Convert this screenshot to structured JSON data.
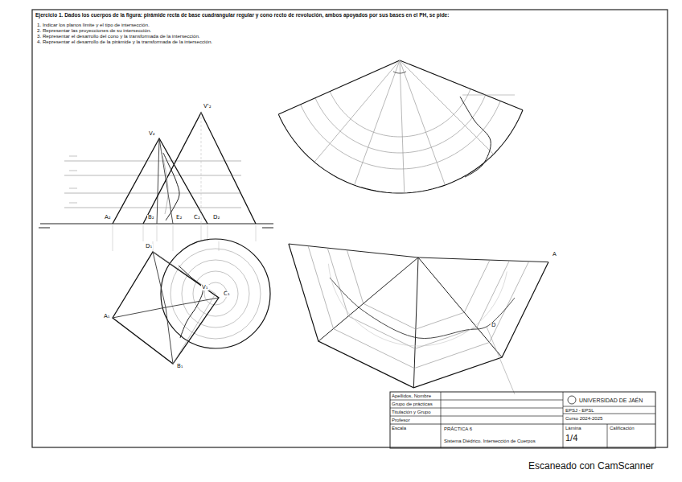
{
  "diagram": {
    "title": "Ejercicio 1. Dados los cuerpos de la figura: pirámide recta de base cuadrangular regular y cono recto de revolución, ambos apoyados por sus bases en el PH, se pide:",
    "labels": [
      "1. Indicar los planos límite y el tipo de intersección.",
      "2. Representar las proyecciones de su intersección.",
      "3. Representar el desarrollo del cono y la transformada de la intersección.",
      "4. Representar el desarrollo de la pirámide y la transformada de la intersección.",
      "V₂",
      "V'₂",
      "A₂",
      "B₂",
      "E₂",
      "C₂",
      "D₂",
      "D₁",
      "A₁",
      "B₁",
      "C₁",
      "V₁",
      "A",
      "D",
      "Apellidos, Nombre",
      "Grupo de prácticas",
      "Titulación y Grupo",
      "Profesor",
      "Escala",
      "PRÁCTICA 6",
      "Sistema Diédrico. Intersección de Cuerpos",
      "UNIVERSIDAD DE JAÉN",
      "EPSJ - EPSL",
      "Curso 2024-2025",
      "Lámina",
      "1/4",
      "Calificación",
      "Escaneado con CamScanner"
    ]
  }
}
